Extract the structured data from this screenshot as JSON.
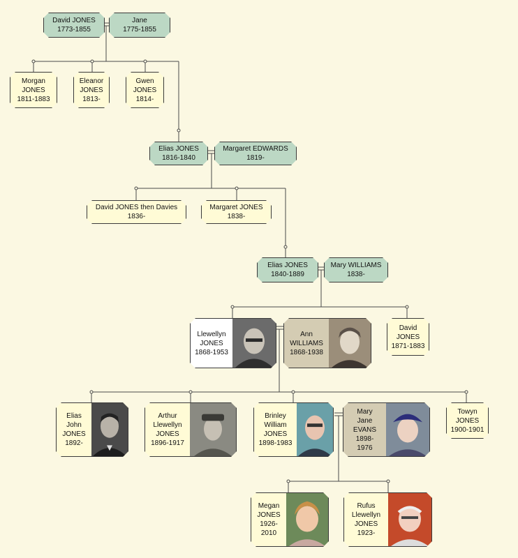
{
  "people": {
    "david_1773": {
      "name_line1": "David  JONES",
      "dates": "1773-1855"
    },
    "jane": {
      "name_line1": "Jane",
      "dates": "1775-1855"
    },
    "morgan": {
      "name_line1": "Morgan",
      "name_line2": "JONES",
      "dates": "1811-1883"
    },
    "eleanor": {
      "name_line1": "Eleanor",
      "name_line2": "JONES",
      "dates": "1813-"
    },
    "gwen": {
      "name_line1": "Gwen",
      "name_line2": "JONES",
      "dates": "1814-"
    },
    "elias_1816": {
      "name_line1": "Elias  JONES",
      "dates": "1816-1840"
    },
    "margaret_edwards": {
      "name_line1": "Margaret  EDWARDS",
      "dates": "1819-"
    },
    "david_davies": {
      "name_line1": "David  JONES  then  Davies",
      "dates": "1836-"
    },
    "margaret_jones": {
      "name_line1": "Margaret  JONES",
      "dates": "1838-"
    },
    "elias_1840": {
      "name_line1": "Elias  JONES",
      "dates": "1840-1889"
    },
    "mary_williams": {
      "name_line1": "Mary  WILLIAMS",
      "dates": "1838-"
    },
    "llewellyn": {
      "name_line1": "Llewellyn",
      "name_line2": "JONES",
      "dates": "1868-1953"
    },
    "ann_williams": {
      "name_line1": "Ann",
      "name_line2": "WILLIAMS",
      "dates": "1868-1938"
    },
    "david_1871": {
      "name_line1": "David",
      "name_line2": "JONES",
      "dates": "1871-1883"
    },
    "elias_john": {
      "name_line1": "Elias",
      "name_line2": "John",
      "name_line3": "JONES",
      "dates": "1892-"
    },
    "arthur": {
      "name_line1": "Arthur",
      "name_line2": "Llewellyn",
      "name_line3": "JONES",
      "dates": "1896-1917"
    },
    "brinley": {
      "name_line1": "Brinley",
      "name_line2": "William",
      "name_line3": "JONES",
      "dates": "1898-1983"
    },
    "mary_jane": {
      "name_line1": "Mary",
      "name_line2": "Jane",
      "name_line3": "EVANS",
      "dates": "1898-",
      "dates2": "1976"
    },
    "towyn": {
      "name_line1": "Towyn",
      "name_line2": "JONES",
      "dates": "1900-1901"
    },
    "megan": {
      "name_line1": "Megan",
      "name_line2": "JONES",
      "dates": "1926-",
      "dates2": "2010"
    },
    "rufus": {
      "name_line1": "Rufus",
      "name_line2": "Llewellyn",
      "name_line3": "JONES",
      "dates": "1923-"
    }
  },
  "colors": {
    "background": "#fbf8e2",
    "couple_box": "#bcd8c4",
    "child_box": "#fffbd6",
    "selected_box": "#ffffff",
    "spouse_photo_box": "#d4ccb3",
    "lines": "#4a4a4a"
  }
}
